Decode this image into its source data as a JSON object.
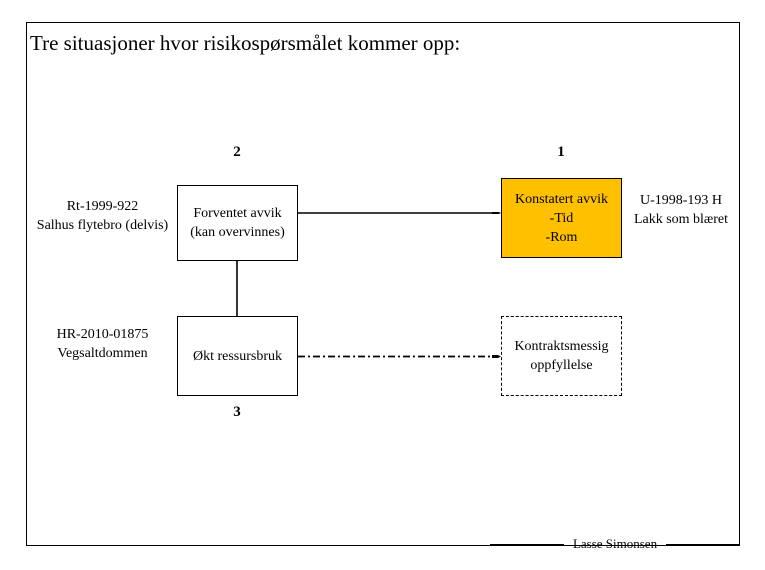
{
  "slide": {
    "title": "Tre situasjoner hvor risikospørsmålet kommer opp:",
    "footer_name": "Lasse Simonsen"
  },
  "colors": {
    "highlight_fill": "#FFC000",
    "line": "#000000",
    "background": "#FFFFFF"
  },
  "numbers": {
    "one": "1",
    "two": "2",
    "three": "3"
  },
  "boxes": {
    "forventet_avvik": {
      "line1": "Forventet avvik",
      "line2": "(kan overvinnes)"
    },
    "konstatert_avvik": {
      "line1": "Konstatert avvik",
      "line2": "-Tid",
      "line3": "-Rom"
    },
    "okt_ressursbruk": {
      "line1": "Økt ressursbruk"
    },
    "kontraktsmessig": {
      "line1": "Kontraktsmessig",
      "line2": "oppfyllelse"
    }
  },
  "case_labels": {
    "rt_1999": {
      "line1": "Rt-1999-922",
      "line2": "Salhus flytebro (delvis)"
    },
    "hr_2010": {
      "line1": "HR-2010-01875",
      "line2": "Vegsaltdommen"
    },
    "u_1998": {
      "line1": "U-1998-193 H",
      "line2": "Lakk som blæret"
    }
  }
}
